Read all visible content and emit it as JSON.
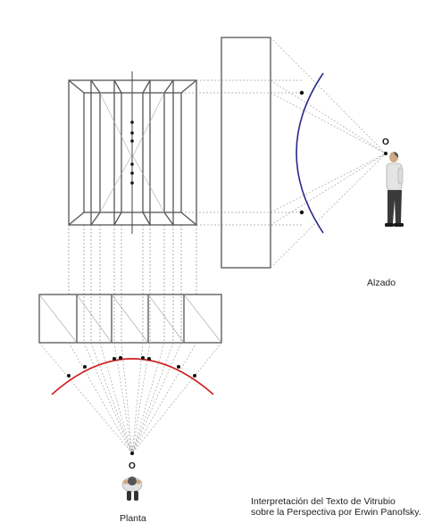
{
  "labels": {
    "alzado": "Alzado",
    "planta": "Planta",
    "eye_elevation": "O",
    "eye_plan": "O",
    "caption_line1": "Interpretación del Texto de Vitrubio",
    "caption_line2": "sobre la Perspectiva por Erwin Panofsky."
  },
  "colors": {
    "elevation_arc": "#2b2b8c",
    "plan_arc": "#cc1f1f",
    "structure": "#555555",
    "projection": "#777777"
  }
}
